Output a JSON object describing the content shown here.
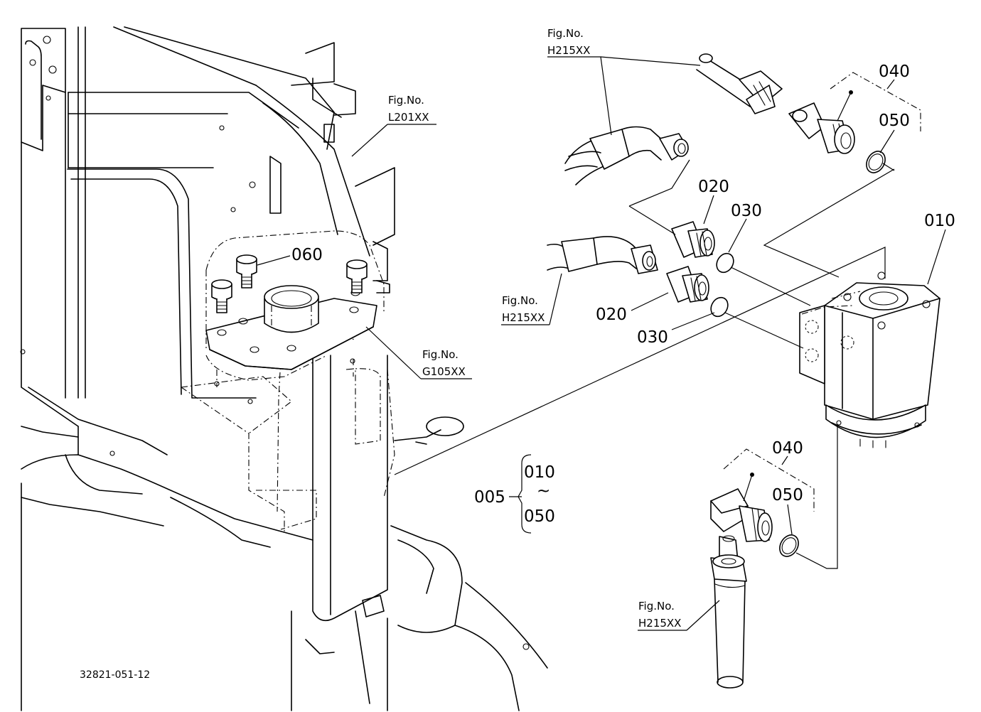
{
  "callouts": {
    "c005": "005",
    "c010": "010",
    "c010_range_start": "010",
    "c010_range_tilde": "~",
    "c010_range_end": "050",
    "c020_upper": "020",
    "c020_lower": "020",
    "c030_upper": "030",
    "c030_lower": "030",
    "c040_upper": "040",
    "c040_lower": "040",
    "c050_upper": "050",
    "c050_lower": "050",
    "c060": "060"
  },
  "figure_refs": {
    "h215_top": {
      "label": "Fig.No.",
      "code": "H215XX"
    },
    "l201": {
      "label": "Fig.No.",
      "code": "L201XX"
    },
    "h215_left": {
      "label": "Fig.No.",
      "code": "H215XX"
    },
    "g105": {
      "label": "Fig.No.",
      "code": "G105XX"
    },
    "h215_bottom": {
      "label": "Fig.No.",
      "code": "H215XX"
    }
  },
  "drawing_code": "32821-051-12"
}
